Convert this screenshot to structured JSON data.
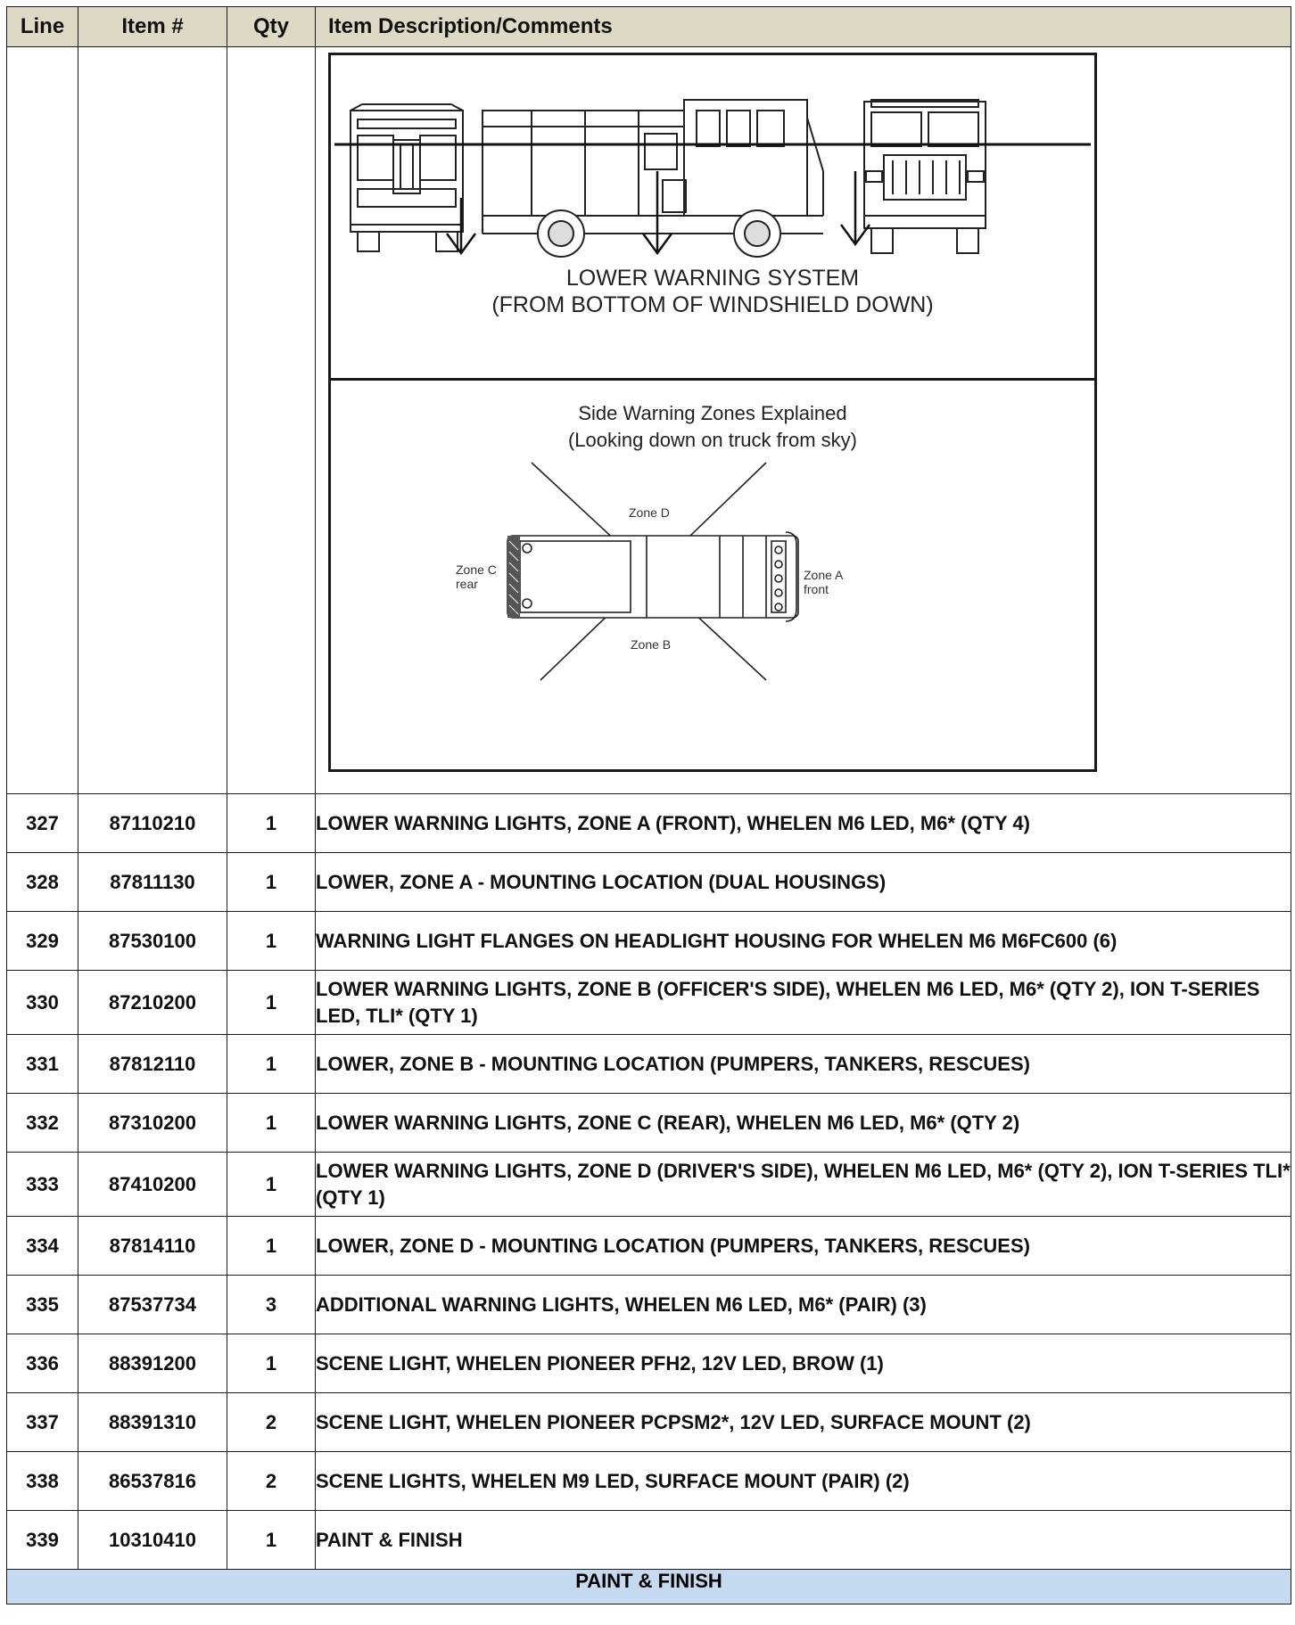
{
  "table": {
    "headers": {
      "line": "Line",
      "item": "Item #",
      "qty": "Qty",
      "desc": "Item Description/Comments"
    },
    "figure": {
      "lower_title_1": "LOWER WARNING SYSTEM",
      "lower_title_2": "(FROM BOTTOM OF WINDSHIELD DOWN)",
      "zones_title_1": "Side Warning Zones Explained",
      "zones_title_2": "(Looking down on truck from sky)",
      "zone_a": "Zone A",
      "zone_a_sub": "front",
      "zone_b": "Zone B",
      "zone_c": "Zone C",
      "zone_c_sub": "rear",
      "zone_d": "Zone D"
    },
    "rows": [
      {
        "line": "327",
        "item": "87110210",
        "qty": "1",
        "desc": "LOWER WARNING LIGHTS, ZONE A (FRONT), WHELEN M6 LED, M6* (QTY 4)"
      },
      {
        "line": "328",
        "item": "87811130",
        "qty": "1",
        "desc": "LOWER, ZONE A - MOUNTING LOCATION (DUAL HOUSINGS)"
      },
      {
        "line": "329",
        "item": "87530100",
        "qty": "1",
        "desc": "WARNING LIGHT FLANGES ON HEADLIGHT HOUSING FOR WHELEN M6 M6FC600  (6)"
      },
      {
        "line": "330",
        "item": "87210200",
        "qty": "1",
        "desc": "LOWER WARNING LIGHTS, ZONE B (OFFICER'S SIDE), WHELEN M6 LED, M6* (QTY 2), ION T-SERIES LED, TLI* (QTY 1)"
      },
      {
        "line": "331",
        "item": "87812110",
        "qty": "1",
        "desc": "LOWER, ZONE B - MOUNTING LOCATION (PUMPERS, TANKERS, RESCUES)"
      },
      {
        "line": "332",
        "item": "87310200",
        "qty": "1",
        "desc": "LOWER WARNING LIGHTS, ZONE C (REAR), WHELEN M6 LED, M6* (QTY 2)"
      },
      {
        "line": "333",
        "item": "87410200",
        "qty": "1",
        "desc": "LOWER WARNING LIGHTS, ZONE D (DRIVER'S SIDE), WHELEN M6 LED, M6* (QTY 2), ION T-SERIES TLI* (QTY 1)"
      },
      {
        "line": "334",
        "item": "87814110",
        "qty": "1",
        "desc": "LOWER, ZONE D - MOUNTING LOCATION (PUMPERS, TANKERS, RESCUES)"
      },
      {
        "line": "335",
        "item": "87537734",
        "qty": "3",
        "desc": "ADDITIONAL WARNING LIGHTS, WHELEN M6 LED, M6* (PAIR) (3)"
      },
      {
        "line": "336",
        "item": "88391200",
        "qty": "1",
        "desc": "SCENE LIGHT, WHELEN PIONEER PFH2, 12V LED, BROW (1)"
      },
      {
        "line": "337",
        "item": "88391310",
        "qty": "2",
        "desc": "SCENE LIGHT, WHELEN PIONEER PCPSM2*, 12V LED, SURFACE MOUNT (2)"
      },
      {
        "line": "338",
        "item": "86537816",
        "qty": "2",
        "desc": "SCENE LIGHTS, WHELEN M9 LED, SURFACE MOUNT (PAIR)   (2)"
      },
      {
        "line": "339",
        "item": "10310410",
        "qty": "1",
        "desc": "PAINT & FINISH"
      }
    ],
    "section_footer": "PAINT & FINISH"
  }
}
